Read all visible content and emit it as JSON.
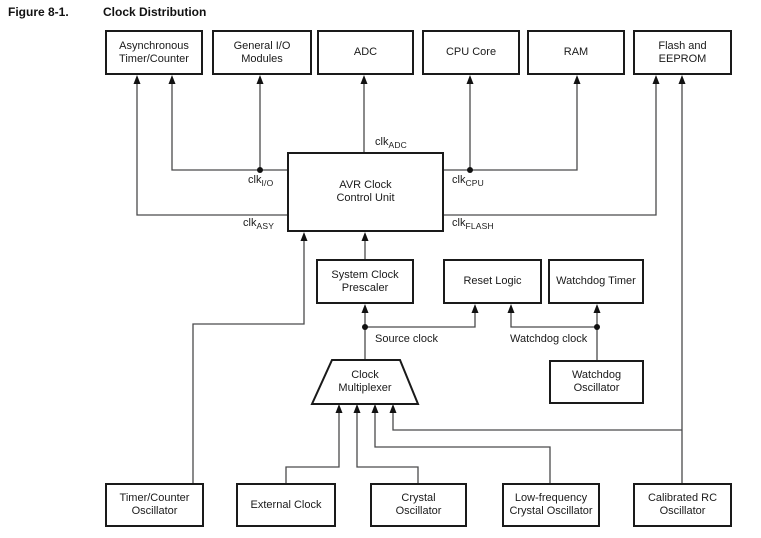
{
  "figure": {
    "number": "Figure 8-1.",
    "title": "Clock Distribution"
  },
  "colors": {
    "background": "#ffffff",
    "box_border": "#1a1a1a",
    "line": "#4a4a4c",
    "text": "#1a1a1a"
  },
  "boxes": {
    "async_timer_counter": {
      "label": "Asynchronous\nTimer/Counter"
    },
    "general_io_modules": {
      "label": "General I/O\nModules"
    },
    "adc": {
      "label": "ADC"
    },
    "cpu_core": {
      "label": "CPU Core"
    },
    "ram": {
      "label": "RAM"
    },
    "flash_eeprom": {
      "label": "Flash and\nEEPROM"
    },
    "avr_clock_control_unit": {
      "label": "AVR Clock\nControl Unit"
    },
    "system_clock_prescaler": {
      "label": "System Clock\nPrescaler"
    },
    "reset_logic": {
      "label": "Reset Logic"
    },
    "watchdog_timer": {
      "label": "Watchdog Timer"
    },
    "watchdog_oscillator": {
      "label": "Watchdog\nOscillator"
    },
    "clock_multiplexer": {
      "label": "Clock\nMultiplexer"
    },
    "timer_counter_oscillator": {
      "label": "Timer/Counter\nOscillator"
    },
    "external_clock": {
      "label": "External Clock"
    },
    "crystal_oscillator": {
      "label": "Crystal\nOscillator"
    },
    "low_freq_crystal_oscillator": {
      "label": "Low-frequency\nCrystal Oscillator"
    },
    "calibrated_rc_oscillator": {
      "label": "Calibrated RC\nOscillator"
    }
  },
  "clock_signals": {
    "adc": {
      "base": "clk",
      "sub": "ADC"
    },
    "io": {
      "base": "clk",
      "sub": "I/O"
    },
    "cpu": {
      "base": "clk",
      "sub": "CPU"
    },
    "asy": {
      "base": "clk",
      "sub": "ASY"
    },
    "flash": {
      "base": "clk",
      "sub": "FLASH"
    }
  },
  "annotations": {
    "source_clock": "Source clock",
    "watchdog_clock": "Watchdog clock"
  }
}
